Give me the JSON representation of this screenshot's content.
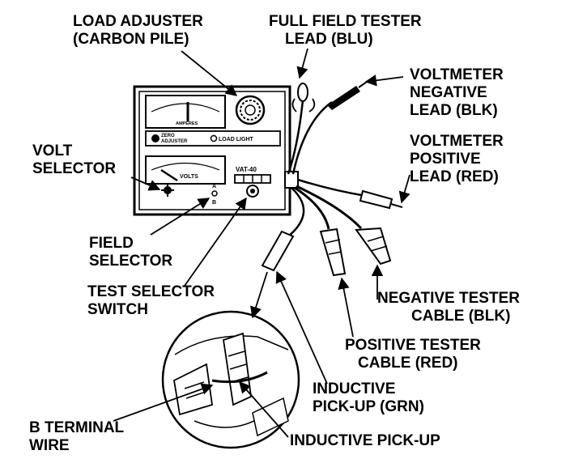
{
  "labels": {
    "load_adjuster": [
      "LOAD ADJUSTER",
      "(CARBON PILE)"
    ],
    "full_field_tester_lead": [
      "FULL FIELD TESTER",
      "LEAD (BLU)"
    ],
    "voltmeter_negative_lead": [
      "VOLTMETER",
      "NEGATIVE",
      "LEAD (BLK)"
    ],
    "voltmeter_positive_lead": [
      "VOLTMETER",
      "POSITIVE",
      "LEAD (RED)"
    ],
    "volt_selector": [
      "VOLT",
      "SELECTOR"
    ],
    "field_selector": [
      "FIELD",
      "SELECTOR"
    ],
    "test_selector_switch": [
      "TEST SELECTOR",
      "SWITCH"
    ],
    "negative_tester_cable": [
      "NEGATIVE TESTER",
      "CABLE (BLK)"
    ],
    "positive_tester_cable": [
      "POSITIVE TESTER",
      "CABLE (RED)"
    ],
    "inductive_pickup_grn": [
      "INDUCTIVE",
      "PICK-UP (GRN)"
    ],
    "b_terminal_wire": [
      "B TERMINAL",
      "WIRE"
    ],
    "inductive_pickup": [
      "INDUCTIVE PICK-UP"
    ]
  },
  "tester_face": {
    "ammeter_label": "AMPERES",
    "zero_adjuster": [
      "ZERO",
      "ADJUSTER"
    ],
    "load_light": "LOAD LIGHT",
    "voltmeter_label": "VOLTS",
    "model": "VAT-40",
    "field_marks": [
      "A",
      "B"
    ]
  }
}
